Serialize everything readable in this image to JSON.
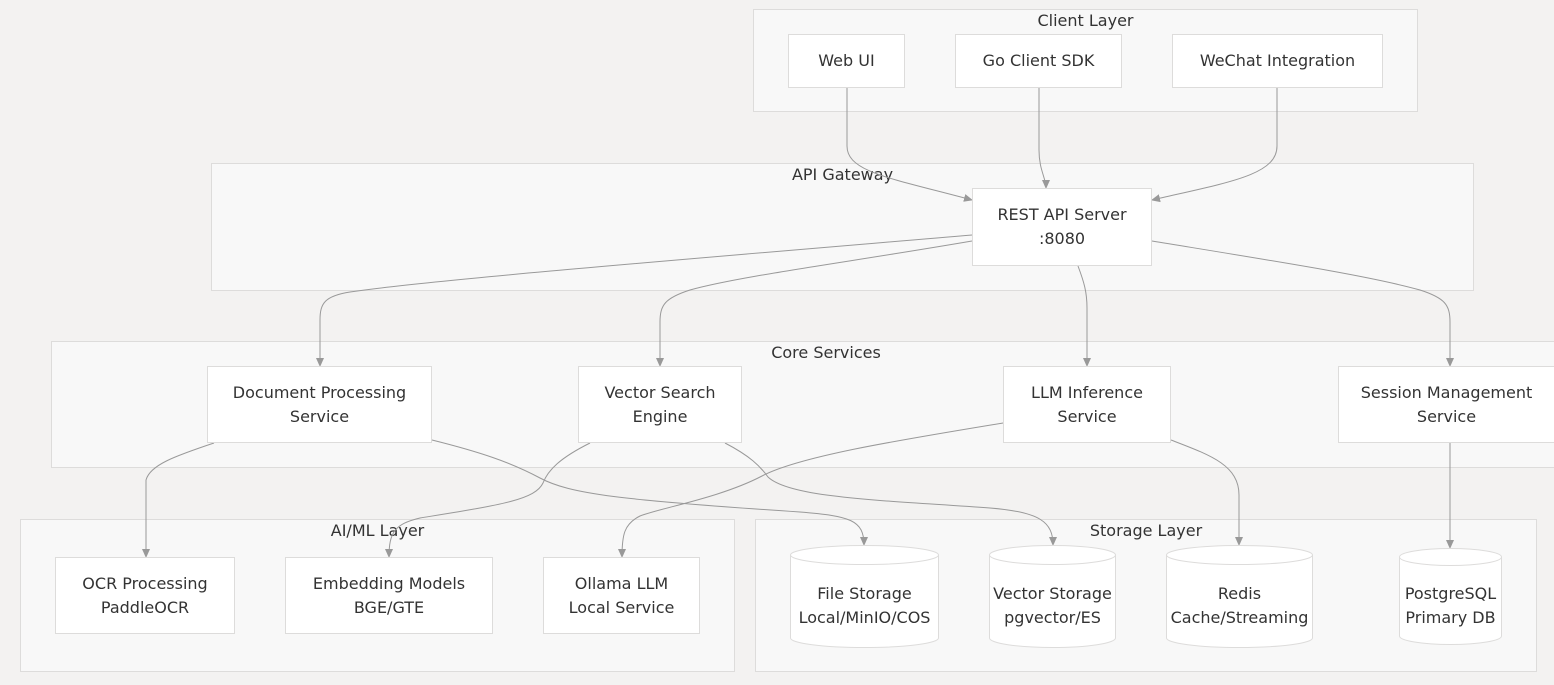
{
  "clusters": {
    "client": "Client Layer",
    "gateway": "API Gateway",
    "core": "Core Services",
    "aiml": "AI/ML Layer",
    "storage": "Storage Layer"
  },
  "nodes": {
    "web_ui": [
      "Web UI"
    ],
    "go_sdk": [
      "Go Client SDK"
    ],
    "wechat": [
      "WeChat Integration"
    ],
    "rest_api": [
      "REST API Server",
      ":8080"
    ],
    "doc_proc": [
      "Document Processing",
      "Service"
    ],
    "vector_search": [
      "Vector Search",
      "Engine"
    ],
    "llm_inference": [
      "LLM Inference",
      "Service"
    ],
    "session_mgmt": [
      "Session Management",
      "Service"
    ],
    "ocr": [
      "OCR Processing",
      "PaddleOCR"
    ],
    "embedding": [
      "Embedding Models",
      "BGE/GTE"
    ],
    "ollama": [
      "Ollama LLM",
      "Local Service"
    ],
    "file_storage": [
      "File Storage",
      "Local/MinIO/COS"
    ],
    "vector_storage": [
      "Vector Storage",
      "pgvector/ES"
    ],
    "redis": [
      "Redis",
      "Cache/Streaming"
    ],
    "postgres": [
      "PostgreSQL",
      "Primary DB"
    ]
  },
  "colors": {
    "background": "#f3f2f1",
    "cluster_fill": "#f8f8f8",
    "border": "#dddcdb",
    "node_fill": "#ffffff",
    "edge": "#999999",
    "text": "#333333"
  }
}
